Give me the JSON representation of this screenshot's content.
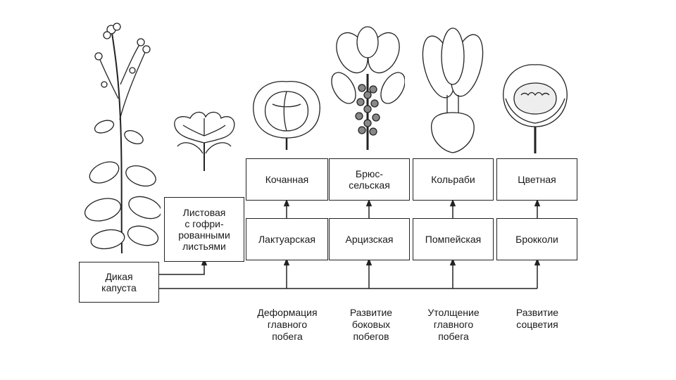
{
  "boxes": {
    "wild": "Дикая\nкапуста",
    "leafy": "Листовая\nс гофри-\nрованными\nлистьями",
    "lactuar": "Лактуарская",
    "kochan": "Кочанная",
    "arciz": "Арцизская",
    "brussels": "Брюс-\nсельская",
    "pompei": "Помпейская",
    "kohlrabi": "Кольраби",
    "broccoli": "Брокколи",
    "cauliflower": "Цветная"
  },
  "captions": {
    "deformation": "Деформация\nглавного\nпобега",
    "lateral": "Развитие\nбоковых\nпобегов",
    "thickening": "Утолщение\nглавного\nпобега",
    "inflorescence": "Развитие\nсоцветия"
  },
  "colors": {
    "line": "#222222",
    "leaf_fill": "#ffffff"
  },
  "icons": [
    "wild-cabbage-plant-icon",
    "curly-leaf-plant-icon",
    "cabbage-head-icon",
    "brussels-sprouts-icon",
    "kohlrabi-icon",
    "cauliflower-icon"
  ]
}
